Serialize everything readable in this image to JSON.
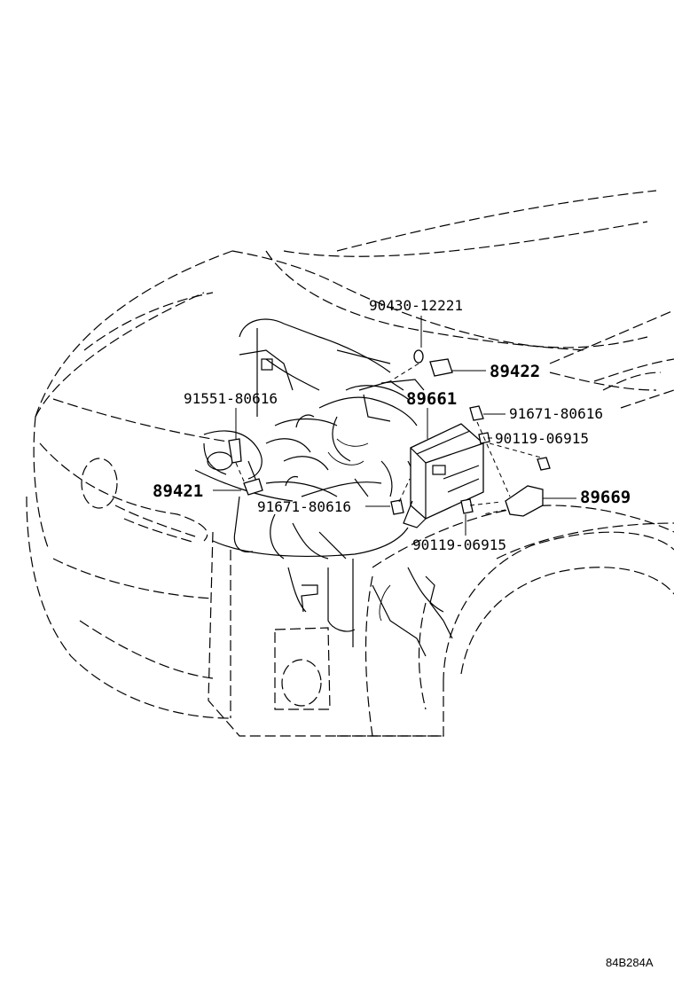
{
  "diagram": {
    "diagram_id": "84B284A",
    "callouts": [
      {
        "key": "c1",
        "number": "90430-12221"
      },
      {
        "key": "c2",
        "number": "89422"
      },
      {
        "key": "c3",
        "number": "91551-80616"
      },
      {
        "key": "c4",
        "number": "89661"
      },
      {
        "key": "c5",
        "number": "91671-80616"
      },
      {
        "key": "c6",
        "number": "90119-06915"
      },
      {
        "key": "c7",
        "number": "89421"
      },
      {
        "key": "c8",
        "number": "91671-80616"
      },
      {
        "key": "c9",
        "number": "89669"
      },
      {
        "key": "c10",
        "number": "90119-06915"
      }
    ]
  }
}
